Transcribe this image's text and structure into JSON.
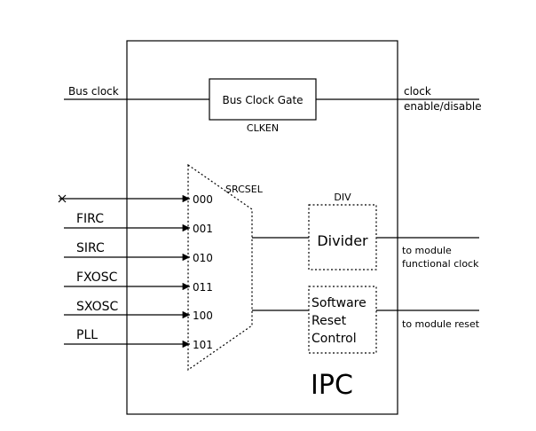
{
  "bus": {
    "input_label": "Bus clock",
    "gate_label": "Bus Clock Gate",
    "gate_enable_label": "CLKEN",
    "output_line1": "clock",
    "output_line2": "enable/disable"
  },
  "mux": {
    "select_label": "SRCSEL",
    "inputs": [
      {
        "source": "",
        "code": "000"
      },
      {
        "source": "FIRC",
        "code": "001"
      },
      {
        "source": "SIRC",
        "code": "010"
      },
      {
        "source": "FXOSC",
        "code": "011"
      },
      {
        "source": "SXOSC",
        "code": "100"
      },
      {
        "source": "PLL",
        "code": "101"
      }
    ]
  },
  "divider": {
    "group_label": "DIV",
    "label": "Divider",
    "output_line1": "to module",
    "output_line2": "functional clock"
  },
  "reset": {
    "line1": "Software",
    "line2": "Reset",
    "line3": "Control",
    "output_label": "to module reset"
  },
  "block": {
    "name": "IPC"
  }
}
